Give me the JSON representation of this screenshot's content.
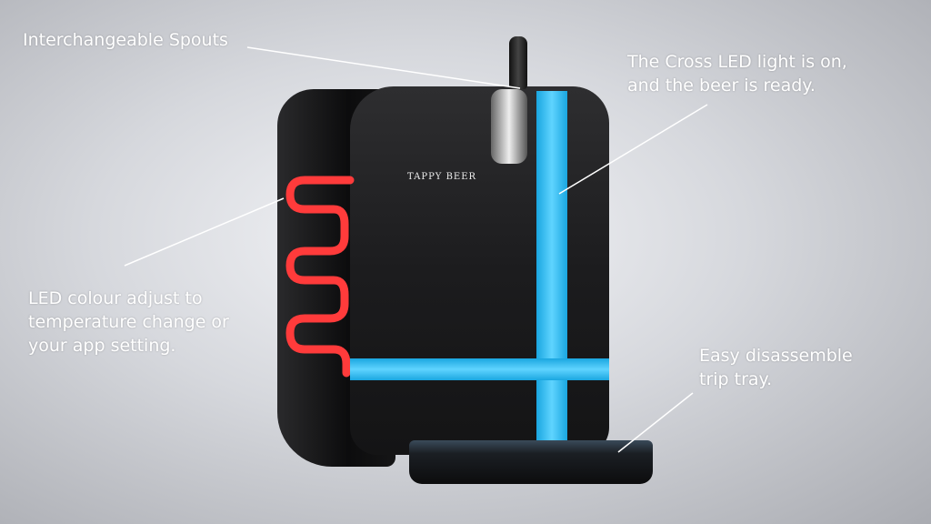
{
  "product": {
    "brand_logo": "TAPPY BEER"
  },
  "callouts": {
    "spouts": "Interchangeable Spouts",
    "cross_led": "The Cross LED light is on,\nand the beer is ready.",
    "led_colour": "LED colour adjust to\ntemperature change or\nyour app setting.",
    "tray": "Easy disassemble\ntrip tray."
  },
  "colors": {
    "led_blue": "#3ec3f5",
    "led_red": "#ff3b3b",
    "body": "#1c1c1e"
  }
}
